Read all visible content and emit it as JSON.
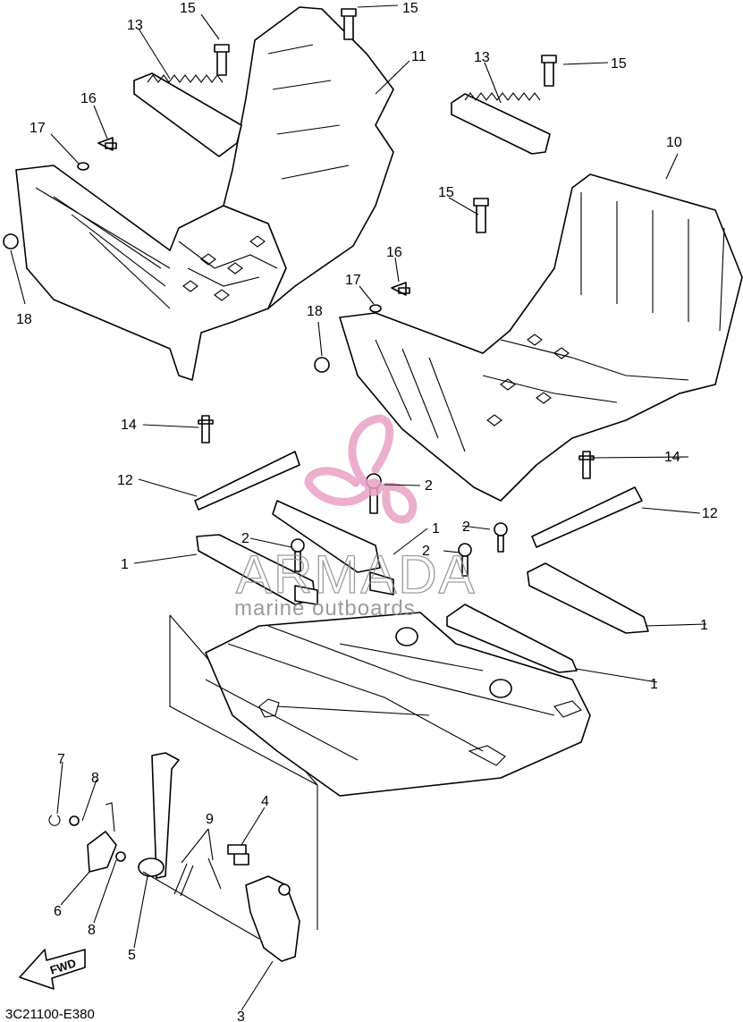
{
  "diagram_code": "3C21100-E380",
  "watermark": {
    "brand": "ARMADA",
    "tagline": "marine outboards",
    "color": "#e8a0c4",
    "text_color": "#8a8a8a"
  },
  "fwd_label": "FWD",
  "callouts": [
    {
      "id": "c15a",
      "text": "15"
    },
    {
      "id": "c15b",
      "text": "15"
    },
    {
      "id": "c11",
      "text": "11"
    },
    {
      "id": "c13a",
      "text": "13"
    },
    {
      "id": "c13b",
      "text": "13"
    },
    {
      "id": "c15c",
      "text": "15"
    },
    {
      "id": "c16a",
      "text": "16"
    },
    {
      "id": "c17a",
      "text": "17"
    },
    {
      "id": "c10",
      "text": "10"
    },
    {
      "id": "c18a",
      "text": "18"
    },
    {
      "id": "c15d",
      "text": "15"
    },
    {
      "id": "c16b",
      "text": "16"
    },
    {
      "id": "c17b",
      "text": "17"
    },
    {
      "id": "c18b",
      "text": "18"
    },
    {
      "id": "c14a",
      "text": "14"
    },
    {
      "id": "c14b",
      "text": "14"
    },
    {
      "id": "c12a",
      "text": "12"
    },
    {
      "id": "c2a",
      "text": "2"
    },
    {
      "id": "c12b",
      "text": "12"
    },
    {
      "id": "c1a",
      "text": "1"
    },
    {
      "id": "c2b",
      "text": "2"
    },
    {
      "id": "c2c",
      "text": "2"
    },
    {
      "id": "c2d",
      "text": "2"
    },
    {
      "id": "c1b",
      "text": "1"
    },
    {
      "id": "c1c",
      "text": "1"
    },
    {
      "id": "c1d",
      "text": "1"
    },
    {
      "id": "c7",
      "text": "7"
    },
    {
      "id": "c8a",
      "text": "8"
    },
    {
      "id": "c9",
      "text": "9"
    },
    {
      "id": "c4",
      "text": "4"
    },
    {
      "id": "c6",
      "text": "6"
    },
    {
      "id": "c8b",
      "text": "8"
    },
    {
      "id": "c5",
      "text": "5"
    },
    {
      "id": "c3",
      "text": "3"
    }
  ]
}
